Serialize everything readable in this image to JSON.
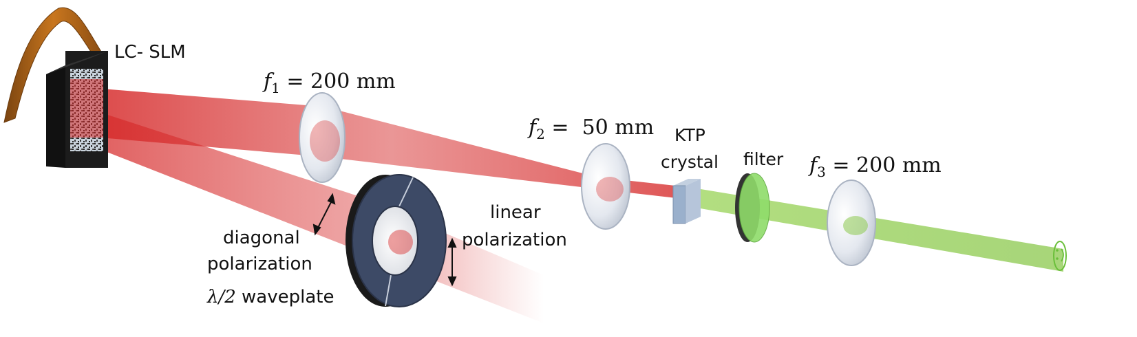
{
  "labels": {
    "slm": "LC- SLM",
    "lens1": {
      "var": "f",
      "sub": "1",
      "rest": " = 200 mm"
    },
    "lens2": {
      "var": "f",
      "sub": "2",
      "rest": " =  50 mm"
    },
    "lens3": {
      "var": "f",
      "sub": "3",
      "rest": " = 200 mm"
    },
    "ktp_line1": "KTP",
    "ktp_line2": "crystal",
    "filter": "filter",
    "diag_line1": "diagonal",
    "diag_line2": "polarization",
    "waveplate_sym": "λ/2",
    "waveplate_word": " waveplate",
    "linear_line1": "linear",
    "linear_line2": "polarization"
  },
  "colors": {
    "red_beam": "#d62a2a",
    "green_beam": "#8ccf4a",
    "waveplate": "#3d4a66",
    "slm_frame": "#1c1c1c",
    "ribbon": "#b8681a",
    "ktp_crystal": "#9ab0cc",
    "filter_green": "#8fdc6a"
  },
  "icons": [
    "smiley-icon",
    "double-arrow-icon"
  ]
}
